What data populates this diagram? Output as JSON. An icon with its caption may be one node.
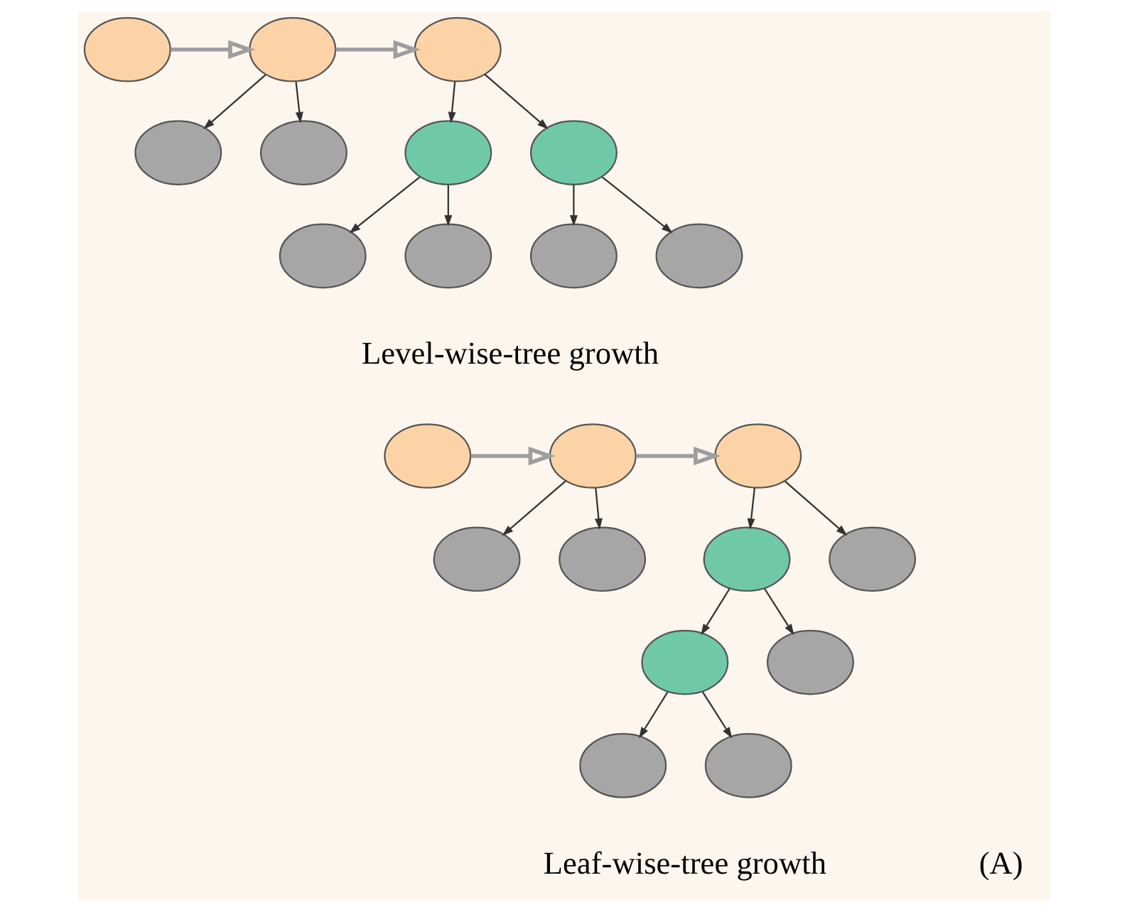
{
  "diagram": {
    "nodes": [
      {
        "text": [],
        "shape": "circle"
      },
      {
        "text": [],
        "shape": "circle"
      },
      {
        "text": [],
        "shape": "circle"
      },
      {
        "text": [],
        "shape": "circle"
      },
      {
        "text": [],
        "shape": "circle"
      },
      {
        "text": [],
        "shape": "circle"
      },
      {
        "text": [],
        "shape": "circle"
      },
      {
        "text": [],
        "shape": "circle"
      },
      {
        "text": [],
        "shape": "circle"
      },
      {
        "text": [],
        "shape": "circle"
      },
      {
        "text": [],
        "shape": "circle"
      },
      {
        "text": [],
        "shape": "circle"
      },
      {
        "text": [],
        "shape": "circle"
      },
      {
        "text": [],
        "shape": "circle"
      },
      {
        "text": [],
        "shape": "circle"
      },
      {
        "text": [],
        "shape": "circle"
      },
      {
        "text": [],
        "shape": "circle"
      },
      {
        "text": [],
        "shape": "circle"
      },
      {
        "text": [],
        "shape": "circle"
      },
      {
        "text": [],
        "shape": "circle"
      },
      {
        "text": [],
        "shape": "circle"
      },
      {
        "text": [],
        "shape": "circle"
      }
    ],
    "edges": [
      {
        "from": 0,
        "to": 1,
        "arrow": "to",
        "style": "thick",
        "color": "#9e9e9e"
      },
      {
        "from": 1,
        "to": 2,
        "arrow": "to"
      },
      {
        "from": 1,
        "to": 3,
        "arrow": "to"
      },
      {
        "from": 1,
        "to": 4,
        "arrow": "to",
        "style": "thick",
        "color": "#9e9e9e"
      },
      {
        "from": 4,
        "to": 5,
        "arrow": "to"
      },
      {
        "from": 4,
        "to": 6,
        "arrow": "to"
      },
      {
        "from": 5,
        "to": 7,
        "arrow": "to"
      },
      {
        "from": 5,
        "to": 8,
        "arrow": "to"
      },
      {
        "from": 6,
        "to": 9,
        "arrow": "to"
      },
      {
        "from": 6,
        "to": 10,
        "arrow": "to"
      },
      {
        "from": 11,
        "to": 12,
        "arrow": "to",
        "style": "thick",
        "color": "#9e9e9e"
      },
      {
        "from": 12,
        "to": 13,
        "arrow": "to"
      },
      {
        "from": 12,
        "to": 14,
        "arrow": "to"
      },
      {
        "from": 12,
        "to": 15,
        "arrow": "to",
        "style": "thick",
        "color": "#9e9e9e"
      },
      {
        "from": 15,
        "to": 16,
        "arrow": "to"
      },
      {
        "from": 15,
        "to": 17,
        "arrow": "to"
      },
      {
        "from": 16,
        "to": 18,
        "arrow": "to"
      },
      {
        "from": 16,
        "to": 19,
        "arrow": "to"
      },
      {
        "from": 18,
        "to": 20,
        "arrow": "to"
      },
      {
        "from": 18,
        "to": 21,
        "arrow": "to"
      }
    ],
    "labels": [
      "Level-wise-tree growth",
      "Leaf-wise-tree growth",
      "(A)"
    ]
  }
}
